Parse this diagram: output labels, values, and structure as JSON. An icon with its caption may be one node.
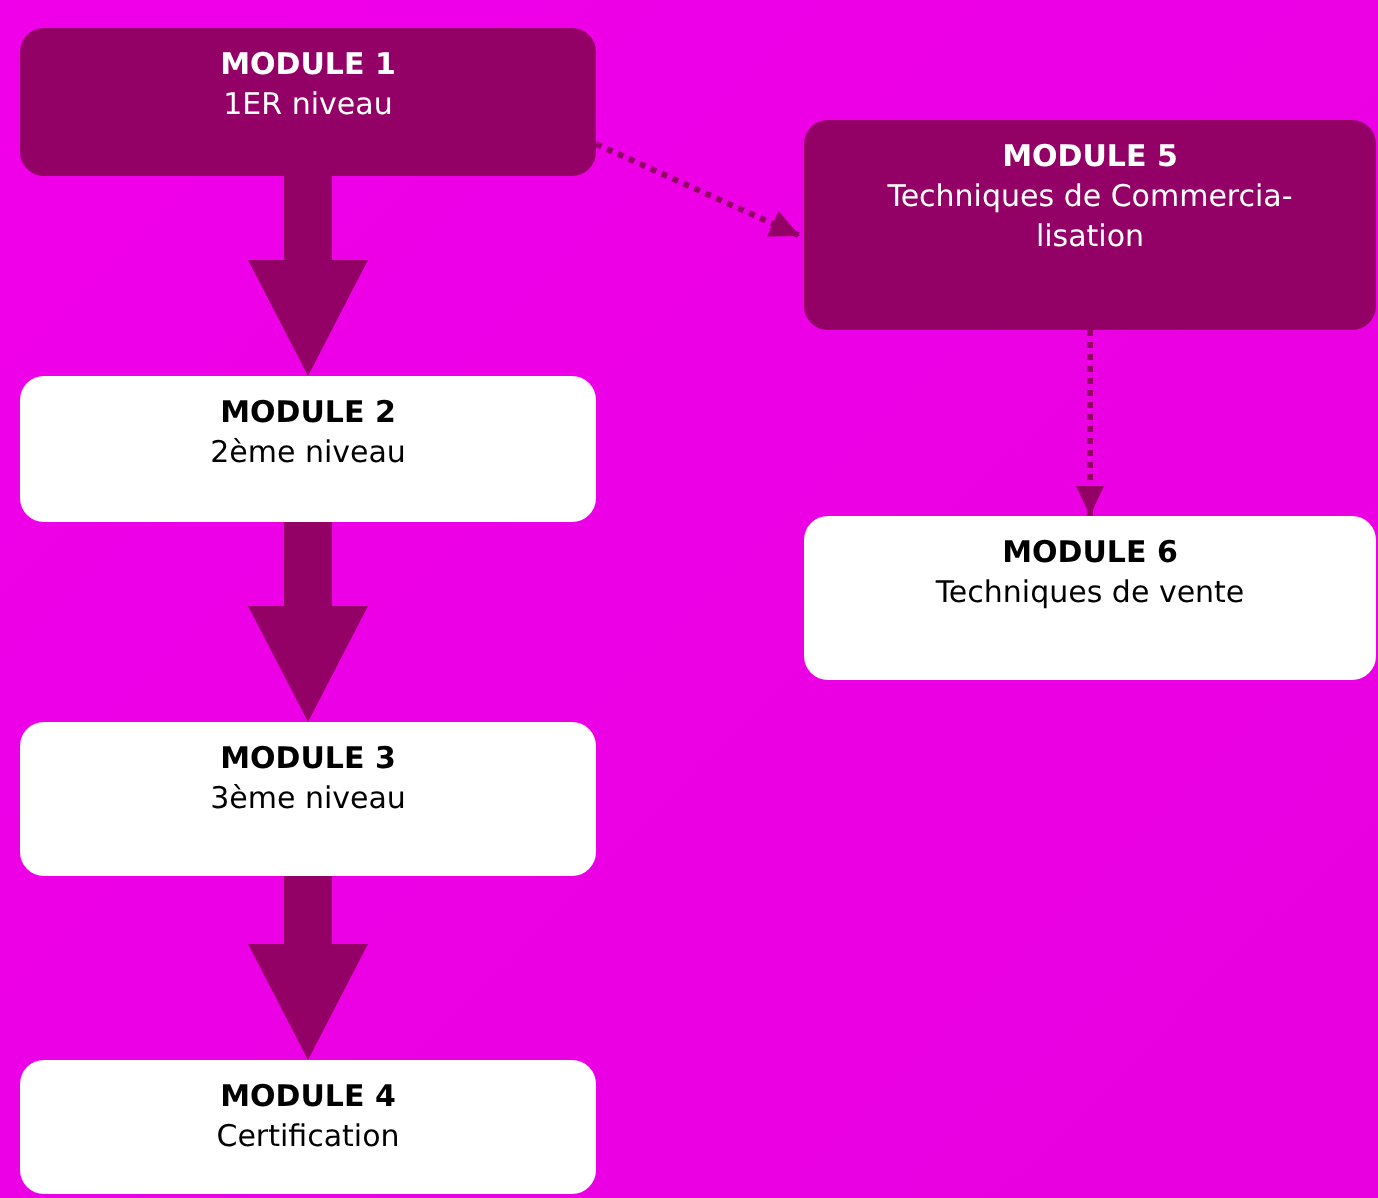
{
  "diagram": {
    "nodes": [
      {
        "text": [
          "MODULE 1",
          "1ER niveau"
        ]
      },
      {
        "text": [
          "MODULE 2",
          "2ème niveau"
        ]
      },
      {
        "text": [
          "MODULE 3",
          "3ème niveau"
        ]
      },
      {
        "text": [
          "MODULE 4",
          "Certification"
        ]
      },
      {
        "text": [
          "MODULE 5",
          "Techniques de Commercia- lisation"
        ]
      },
      {
        "text": [
          "MODULE 6",
          "Techniques de vente"
        ]
      }
    ],
    "edges": [
      {
        "from": 0,
        "to": 1,
        "arrow": "to"
      },
      {
        "from": 1,
        "to": 2,
        "arrow": "to"
      },
      {
        "from": 2,
        "to": 3,
        "arrow": "to"
      },
      {
        "from": 0,
        "to": 4,
        "arrow": "to",
        "style": "dashed"
      },
      {
        "from": 4,
        "to": 5,
        "arrow": "to",
        "style": "dashed"
      }
    ]
  }
}
